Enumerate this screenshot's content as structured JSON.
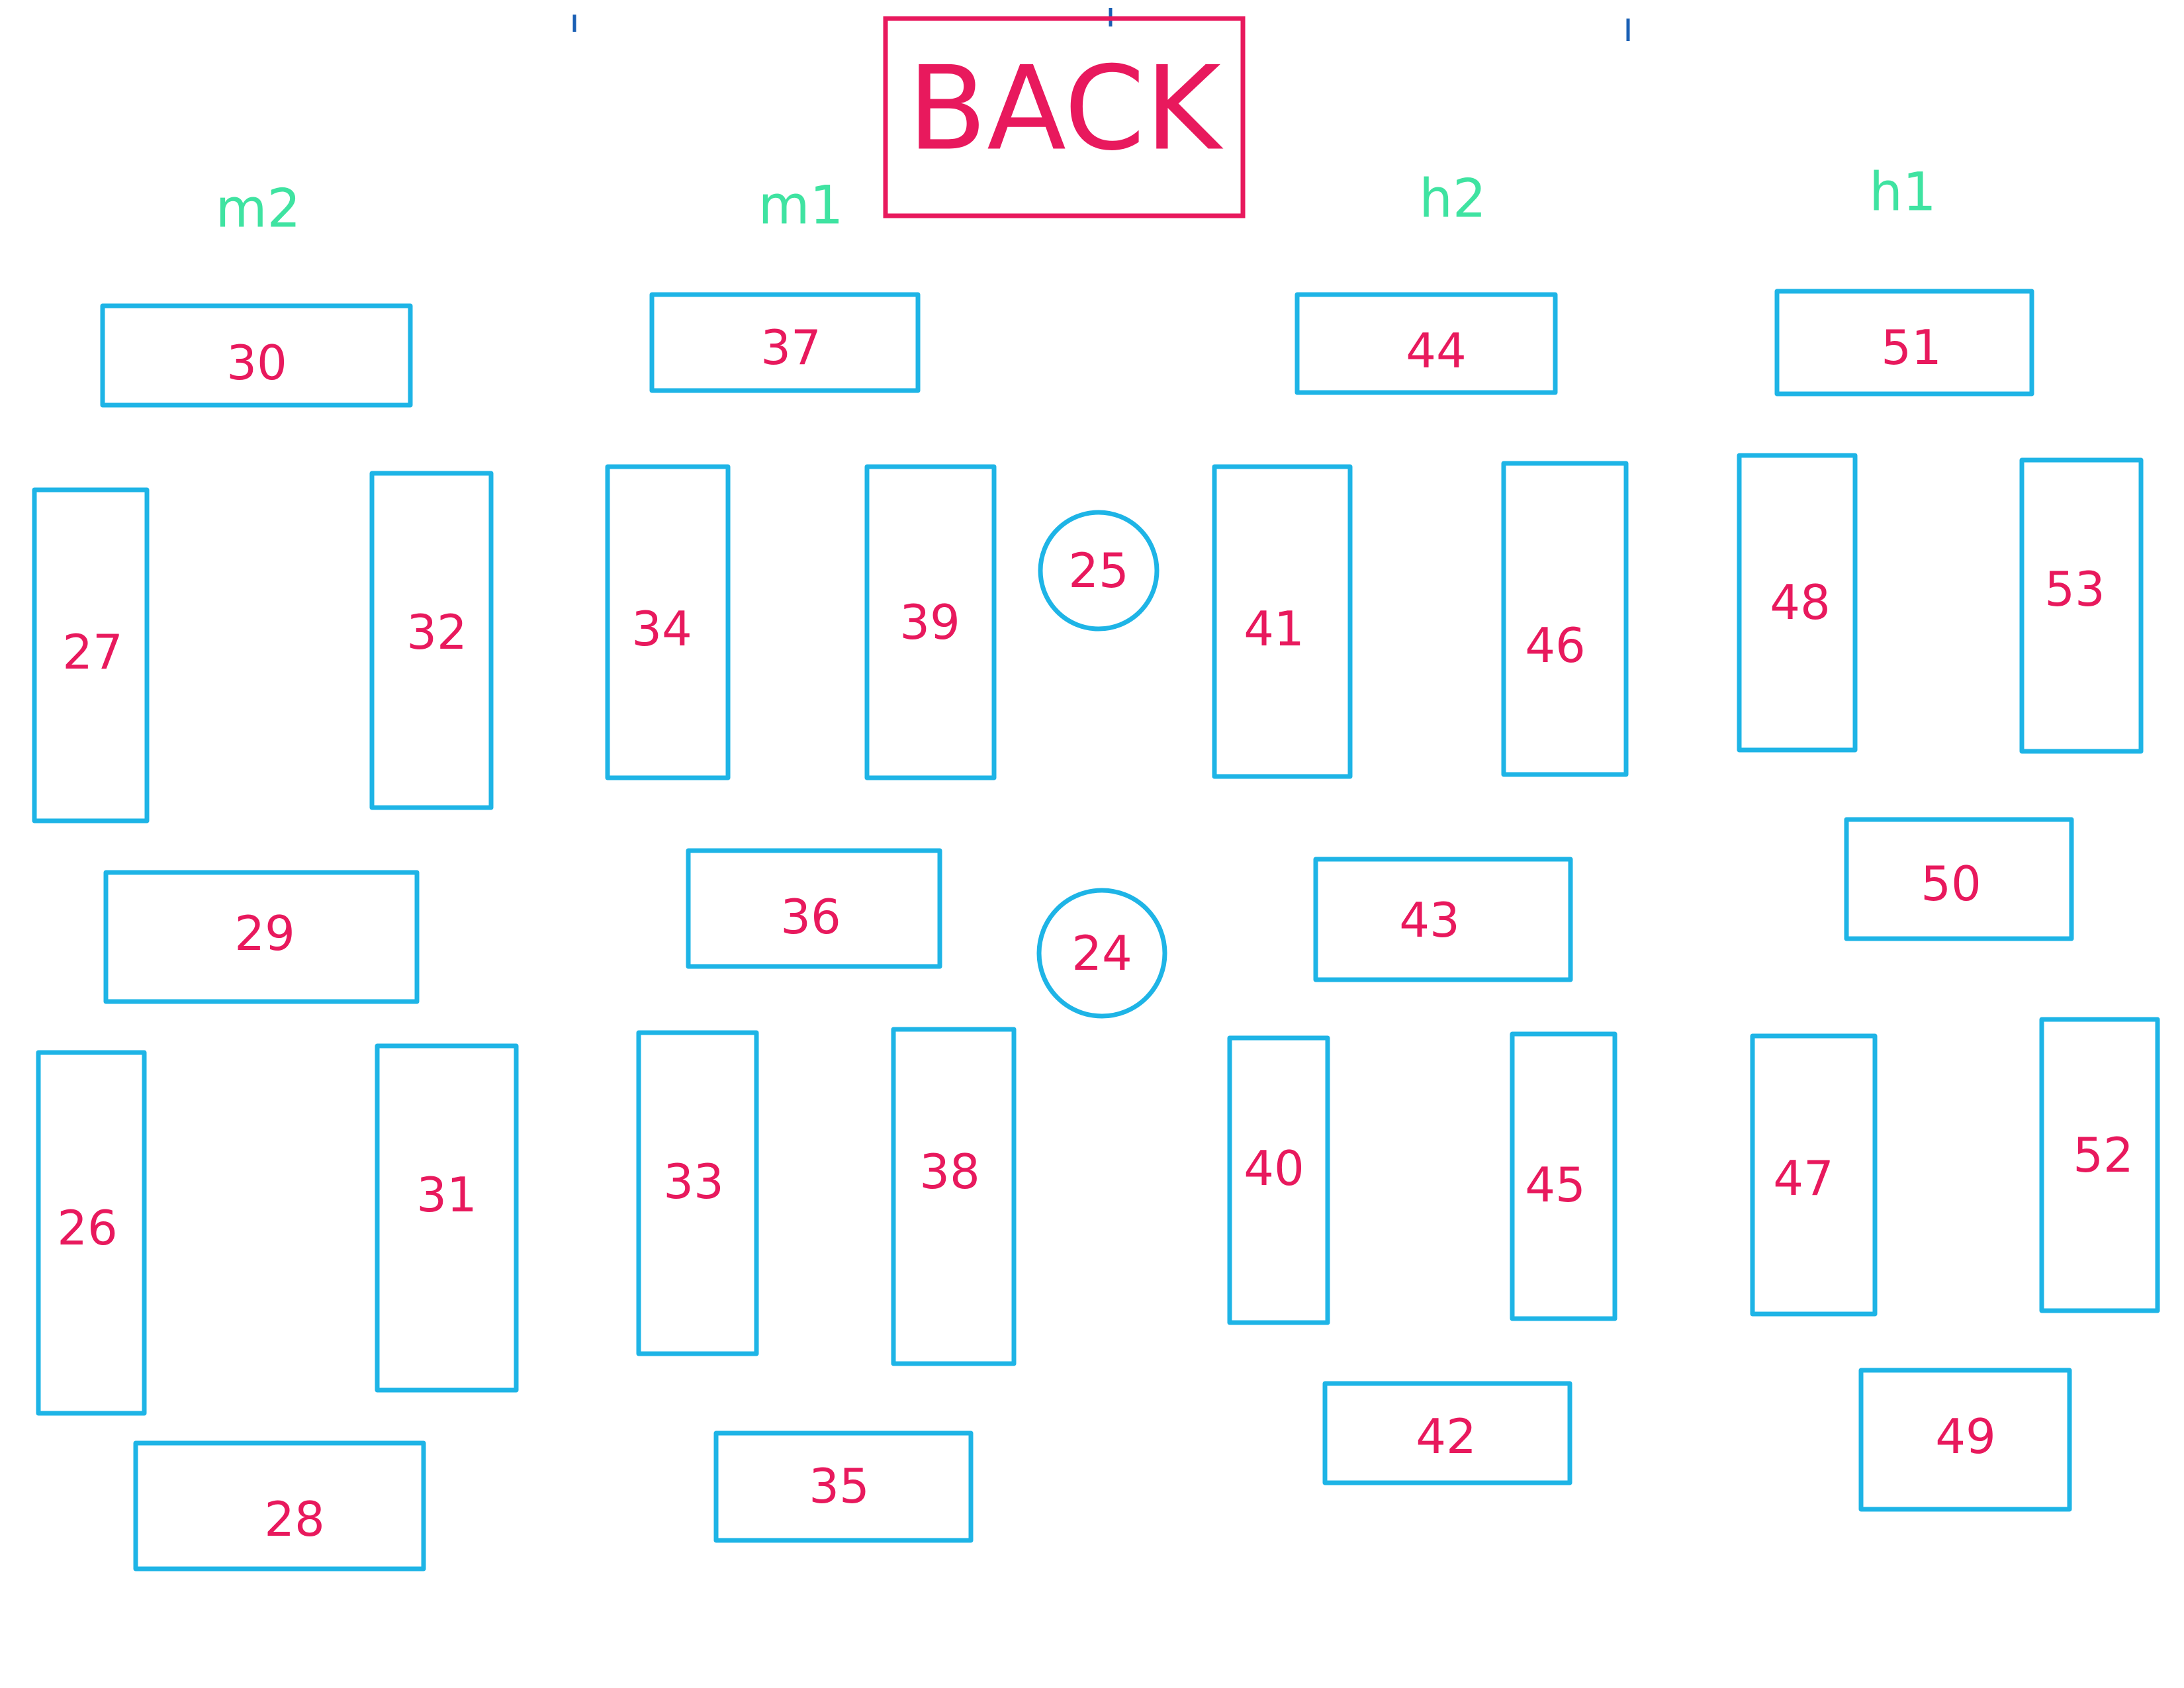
{
  "back_label": "BACK",
  "section_labels": [
    "m2",
    "m1",
    "h2",
    "h1"
  ],
  "seats": {
    "m2": [
      "30",
      "27",
      "32",
      "29",
      "26",
      "31",
      "28"
    ],
    "m1": [
      "37",
      "34",
      "39",
      "36",
      "33",
      "38",
      "35"
    ],
    "h2": [
      "44",
      "41",
      "46",
      "43",
      "40",
      "45",
      "42"
    ],
    "h1": [
      "51",
      "48",
      "53",
      "50",
      "47",
      "52",
      "49"
    ]
  },
  "center_seats": [
    "25",
    "24"
  ],
  "colors": {
    "numbers": "#e8195d",
    "boxes": "#1eb4e6",
    "section_labels": "#3fe3a1",
    "back": "#e8195d"
  }
}
